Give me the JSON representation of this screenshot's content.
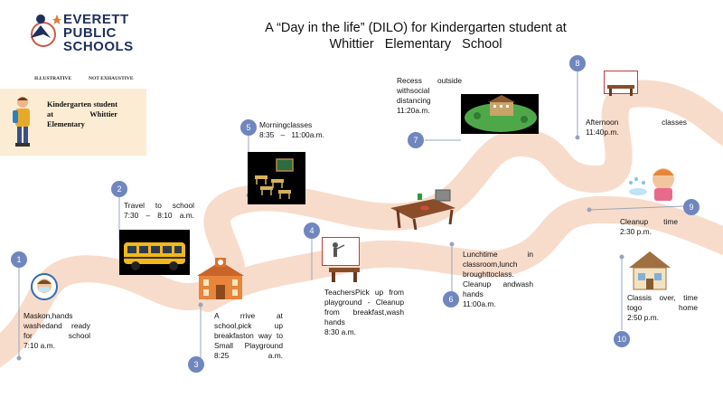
{
  "header": {
    "title_line1": "A “Day in the life” (DILO) for Kindergarten student at",
    "title_line2": "Whittier   Elementary   School"
  },
  "logo": {
    "line1": "EVERETT",
    "line2": "PUBLIC",
    "line3": "SCHOOLS"
  },
  "tags": {
    "left": "ILLUSTRATIVE",
    "right": "NOT EXHAUSTIVE"
  },
  "student_card": {
    "text": "Kindergarten student at Whittier Elementary"
  },
  "colors": {
    "road": "#f8dccb",
    "badge": "#6f86bf",
    "card": "#fcecd3",
    "logo": "#1f2f5c"
  },
  "steps": [
    {
      "num": "1",
      "text": "Maskon,hands washedand ready for school",
      "time": "7:10 a.m.",
      "icon": "masked-student-icon"
    },
    {
      "num": "2",
      "text": "Travel to school",
      "time": "7:30 – 8:10 a.m.",
      "icon": "school-bus-icon"
    },
    {
      "num": "3",
      "text": "A rrive at school,pick up breakfaston way to Small Playground",
      "time": "8:25 a.m.",
      "icon": "school-building-icon"
    },
    {
      "num": "4",
      "text": "TeachersPick up from playground - Cleanup from breakfast,wash hands",
      "time": "8:30 a.m.",
      "icon": "teacher-desk-icon"
    },
    {
      "num": "5",
      "text": "Morningclasses",
      "time": "8:35 – 11:00a.m.",
      "icon": "classroom-icon"
    },
    {
      "num": "6",
      "text": "Lunchtime in classroom,lunch broughttoclass. Cleanup andwash hands",
      "time": "11:00a.m.",
      "icon": "lunch-desk-icon"
    },
    {
      "num": "7",
      "text": "Recess outside withsocial distancing",
      "time": "11:20a.m.",
      "icon": "playground-icon"
    },
    {
      "num": "8",
      "text": "Afternoon classes",
      "time": "11:40p.m.",
      "icon": "afternoon-class-icon"
    },
    {
      "num": "9",
      "text": "Cleanup time",
      "time": "2:30 p.m.",
      "icon": "handwash-icon"
    },
    {
      "num": "10",
      "text": "Classis over, time togo home",
      "time": "2:50 p.m.",
      "icon": "home-icon"
    }
  ]
}
